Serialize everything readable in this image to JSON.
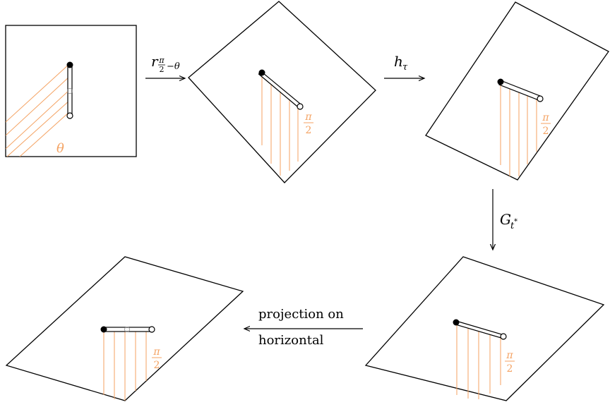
{
  "labels": {
    "theta": "θ",
    "half_pi_num": "π",
    "half_pi_den": "2",
    "arrow1_main": "r",
    "arrow1_sub_num": "π",
    "arrow1_sub_den": "2",
    "arrow1_sub_rest": "−θ",
    "arrow2_main": "h",
    "arrow2_sub": "τ",
    "arrow3_main": "G",
    "arrow3_sub": "t",
    "arrow3_sup": "*",
    "arrow4_line1": "projection on",
    "arrow4_line2": "horizontal"
  },
  "colors": {
    "accent": "#f4a262",
    "stroke": "#000000"
  }
}
